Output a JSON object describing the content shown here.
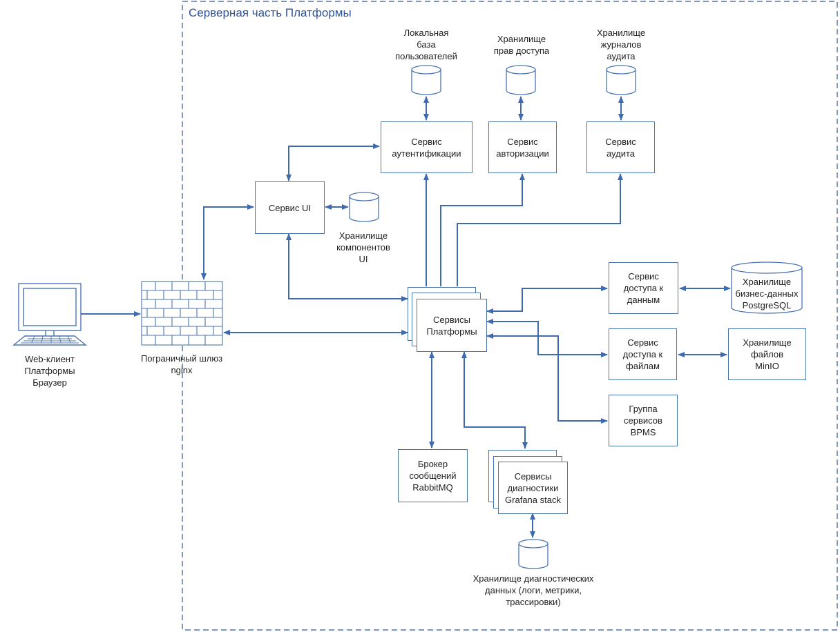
{
  "region_title": "Серверная часть Платформы",
  "client": {
    "label": "Web-клиент\nПлатформы\nБраузер"
  },
  "gateway": {
    "label": "Пограничный шлюз\nnginx"
  },
  "services": {
    "ui": "Сервис UI",
    "auth": "Сервис\nаутентификации",
    "authz": "Сервис\nавторизации",
    "audit": "Сервис\nаудита",
    "platform": "Сервисы\nПлатформы",
    "data_access": "Сервис\nдоступа к\nданным",
    "file_access": "Сервис\nдоступа к\nфайлам",
    "bpms": "Группа\nсервисов\nBPMS",
    "broker": "Брокер\nсообщений\nRabbitMQ",
    "diagnostics": "Сервисы\nдиагностики\nGrafana stack"
  },
  "storages": {
    "local_users": "Локальная\nбаза\nпользователей",
    "access_rights": "Хранилище\nправ доступа",
    "audit_logs": "Хранилище\nжурналов\nаудита",
    "ui_components": "Хранилище\nкомпонентов\nUI",
    "business_data": "Хранилище\nбизнес-данных\nPostgreSQL",
    "files": "Хранилище\nфайлов\nMinIO",
    "diagnostics": "Хранилище диагностических\nданных (логи, метрики,\nтрассировки)"
  },
  "colors": {
    "line": "#4a74b0",
    "arrow": "#3f6aad",
    "region_border": "#2f5597",
    "text": "#1f1f1f"
  }
}
